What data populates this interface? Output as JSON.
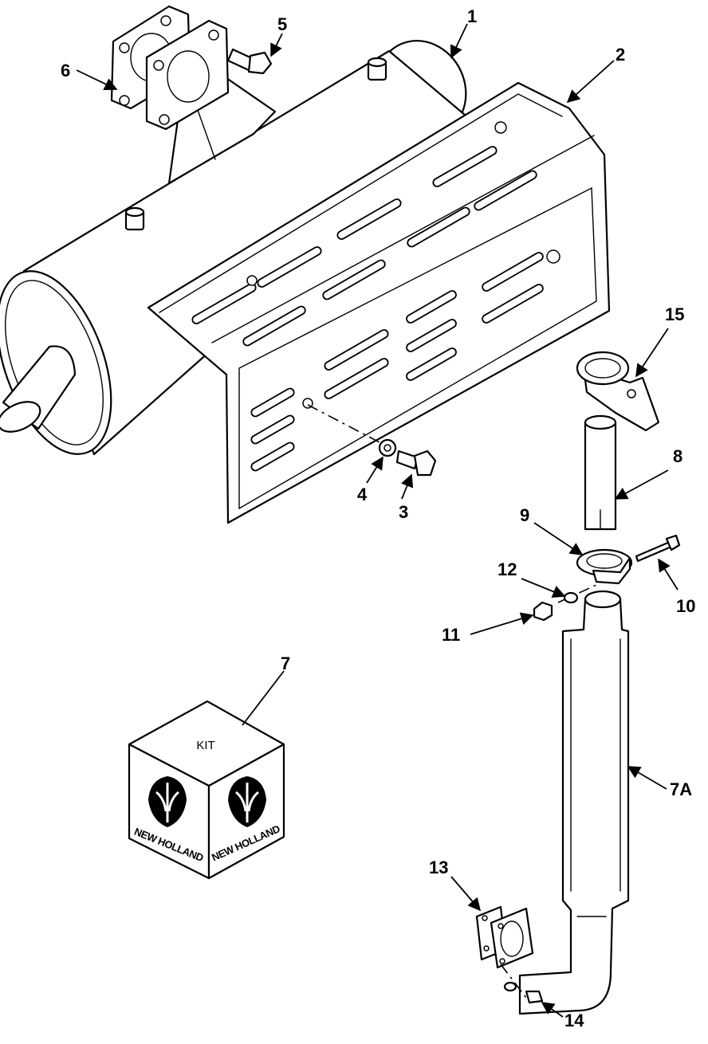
{
  "diagram": {
    "callouts": [
      "1",
      "2",
      "3",
      "4",
      "5",
      "6",
      "7",
      "7A",
      "8",
      "9",
      "10",
      "11",
      "12",
      "13",
      "14",
      "15"
    ],
    "kit": {
      "label": "KIT",
      "brand_left": "NEW HOLLAND",
      "brand_right": "NEW HOLLAND",
      "logo_icon": "new-holland-leaf-logo"
    }
  }
}
